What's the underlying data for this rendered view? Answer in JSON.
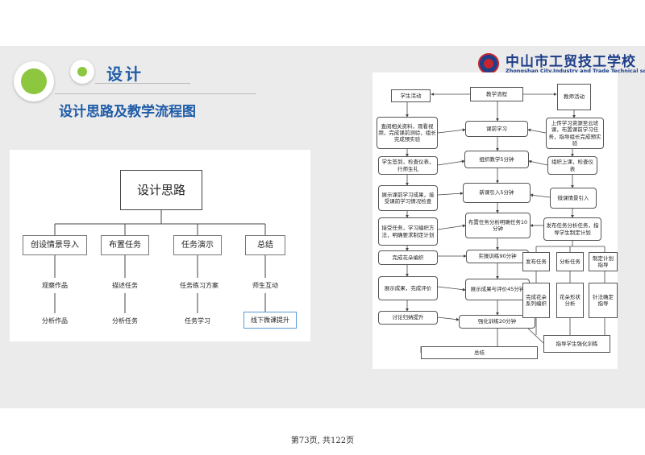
{
  "header": {
    "section_title": "设计",
    "subtitle": "设计思路及教学流程图"
  },
  "school": {
    "name_cn": "中山市工贸技工学校",
    "name_en": "Zhongshan City,Industry and Trade Technical school"
  },
  "design_map": {
    "root": "设计思路",
    "branches": [
      {
        "title": "创设情景导入",
        "step1": "观察作品",
        "step2": "分析作品"
      },
      {
        "title": "布置任务",
        "step1": "描述任务",
        "step2": "分析任务"
      },
      {
        "title": "任务演示",
        "step1": "任务练习方案",
        "step2": "任务学习"
      },
      {
        "title": "总结",
        "step1": "师生互动",
        "step2": "线下微课提升"
      }
    ]
  },
  "flow": {
    "col_student_header": "学生活动",
    "col_process_header": "教学流程",
    "col_teacher_header": "教师活动",
    "student": [
      "查阅相关资料，观看视频，完成课前测验，组长完成预实验",
      "学生签到，检查仪表，行师生礼",
      "展示课前学习成果，接受课前学习情况检查",
      "接受任务，学习编织方法，明确要求制定计划",
      "完成花朵编织",
      "展示成果，完成评价",
      "讨论归纳提升"
    ],
    "process": [
      "课前学习",
      "组织教学5分钟",
      "新课引入5分钟",
      "布置任务分析明确任务10分钟",
      "实操训练90分钟",
      "展示成果与评价45分钟",
      "强化训练20分钟"
    ],
    "teacher": [
      "上传学习资源至云班课，布置课前学习任务，指导组长完成预实验",
      "组织上课，检查仪表",
      "微课情景引入",
      "发布任务分析任务，指导学生制定计划"
    ],
    "teacher_sub_headers": [
      "发布任务",
      "分析任务",
      "制定计划指导"
    ],
    "teacher_sub_items": [
      "完成花朵系列编织",
      "花朵形状分析",
      "针法确定指导"
    ],
    "guide": "指导学生强化训练",
    "summary": "总结"
  },
  "footer": {
    "page_text": "第73页, 共122页"
  }
}
